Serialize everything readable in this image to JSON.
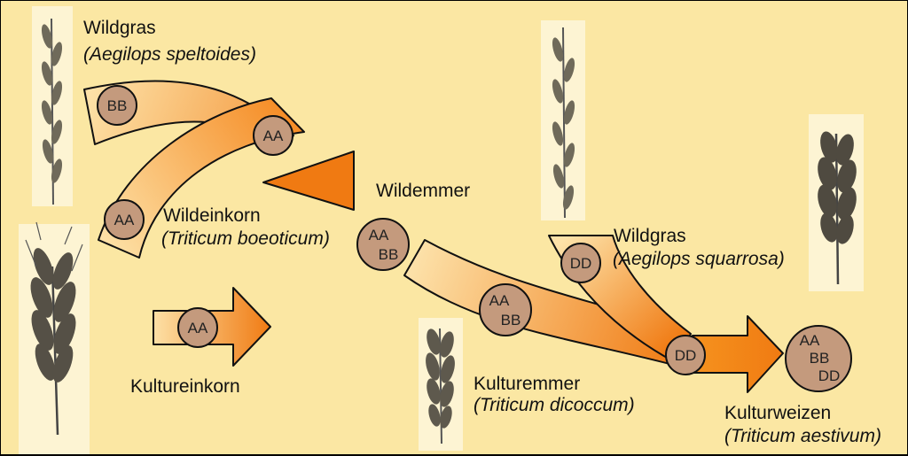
{
  "colors": {
    "background": "#fbe7a3",
    "arrow_start": "#fde2a8",
    "arrow_end": "#f07a12",
    "genome_fill": "#c49a7d",
    "plate": "#fdf4d3"
  },
  "labels": {
    "wildgras1_name": "Wildgras",
    "wildgras1_species": "(Aegilops speltoides)",
    "wildeinkorn_name": "Wildeinkorn",
    "wildeinkorn_species": "(Triticum boeoticum)",
    "kultureinkorn_name": "Kultureinkorn",
    "wildemmer_name": "Wildemmer",
    "wildgras2_name": "Wildgras",
    "wildgras2_species": "(Aegilops squarrosa)",
    "kulturemmer_name": "Kulturemmer",
    "kulturemmer_species": "(Triticum dicoccum)",
    "kulturweizen_name": "Kulturweizen",
    "kulturweizen_species": "(Triticum aestivum)"
  },
  "genomes": {
    "speltoides": [
      "BB"
    ],
    "boeoticum_arrow": [
      "AA"
    ],
    "boeoticum": [
      "AA"
    ],
    "kultureinkorn": [
      "AA"
    ],
    "wildemmer": [
      "AA",
      "BB"
    ],
    "kulturemmer": [
      "AA",
      "BB"
    ],
    "squarrosa": [
      "DD"
    ],
    "squarrosa_arrow": [
      "DD"
    ],
    "aestivum": [
      "AA",
      "BB",
      "DD"
    ]
  },
  "icons": [
    "wheat-ear-icon"
  ]
}
